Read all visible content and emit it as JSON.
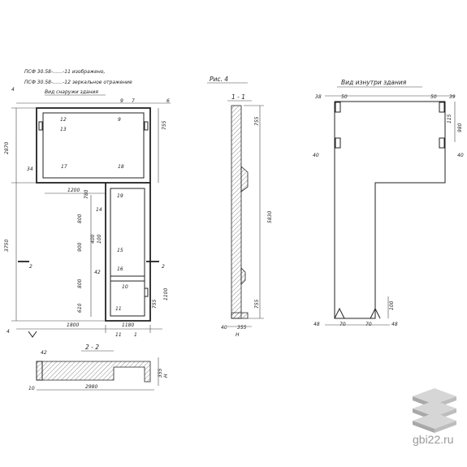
{
  "notes": {
    "line1": "ПСФ 30.58-……-11 изображено,",
    "line2": "ПСФ 30.58-……-12 зеркальное отражение",
    "line3": "Вид снаружи здания"
  },
  "figure_label": "Рис. 4",
  "section_1_label": "1 - 1",
  "section_2_label": "2 - 2",
  "inner_view_label": "Вид изнутри здания",
  "elevation": {
    "dims_left": [
      "2870",
      "3750",
      "4"
    ],
    "dims_top": [
      "4",
      "9",
      "7",
      "6",
      "755"
    ],
    "dims_bottom": [
      "1800",
      "1180",
      "11",
      "1"
    ],
    "dims_mid": [
      "1200",
      "780",
      "800",
      "900",
      "400",
      "100",
      "800",
      "610",
      "1100",
      "755"
    ],
    "marks": [
      "12",
      "13",
      "9",
      "17",
      "18",
      "19",
      "34",
      "15",
      "16",
      "42",
      "10",
      "14",
      "11",
      "2"
    ]
  },
  "section_1": {
    "dims": [
      "755",
      "5830",
      "755",
      "40",
      "355",
      "H"
    ]
  },
  "section_2": {
    "dims": [
      "42",
      "2980",
      "10",
      "H",
      "355"
    ]
  },
  "inner_view": {
    "dims": [
      "50",
      "50",
      "38",
      "39",
      "115",
      "980",
      "40",
      "40",
      "48",
      "48",
      "70",
      "70",
      "100"
    ]
  },
  "watermark": {
    "site": "gbi22.ru"
  }
}
